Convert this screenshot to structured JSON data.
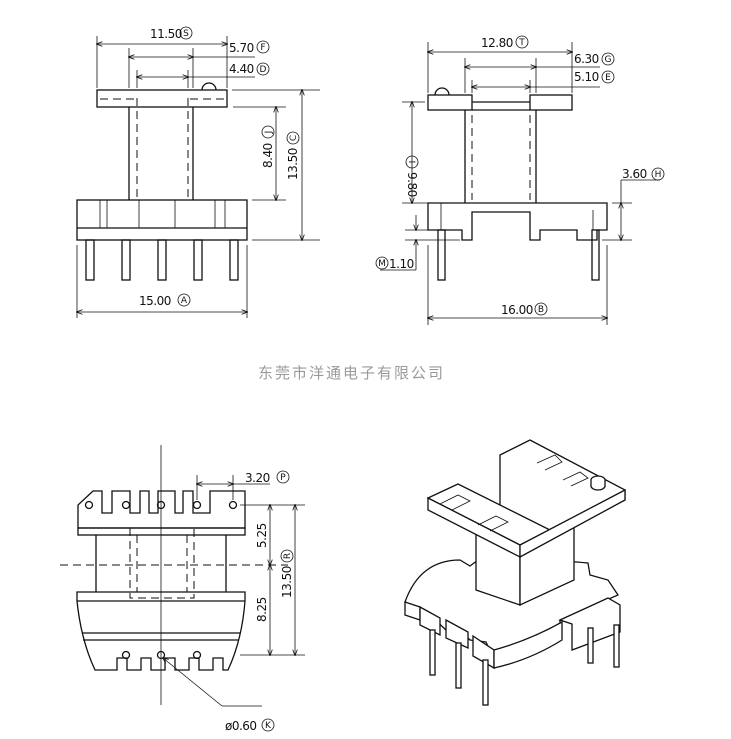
{
  "company": "东莞市洋通电子有限公司",
  "front_view": {
    "dims": [
      {
        "value": "11.50",
        "tag": "S"
      },
      {
        "value": "5.70",
        "tag": "F"
      },
      {
        "value": "4.40",
        "tag": "D"
      },
      {
        "value": "8.40",
        "tag": "J"
      },
      {
        "value": "13.50",
        "tag": "C"
      },
      {
        "value": "15.00",
        "tag": "A"
      }
    ]
  },
  "side_view": {
    "dims": [
      {
        "value": "12.80",
        "tag": "T"
      },
      {
        "value": "6.30",
        "tag": "G"
      },
      {
        "value": "5.10",
        "tag": "E"
      },
      {
        "value": "9.80",
        "tag": "I"
      },
      {
        "value": "3.60",
        "tag": "H"
      },
      {
        "value": "1.10",
        "tag": "M"
      },
      {
        "value": "16.00",
        "tag": "B"
      }
    ]
  },
  "bottom_view": {
    "dims": [
      {
        "value": "3.20",
        "tag": "P"
      },
      {
        "value": "5.25",
        "tag": ""
      },
      {
        "value": "13.50",
        "tag": "R"
      },
      {
        "value": "8.25",
        "tag": ""
      },
      {
        "value": "ø0.60",
        "tag": "K"
      }
    ]
  }
}
